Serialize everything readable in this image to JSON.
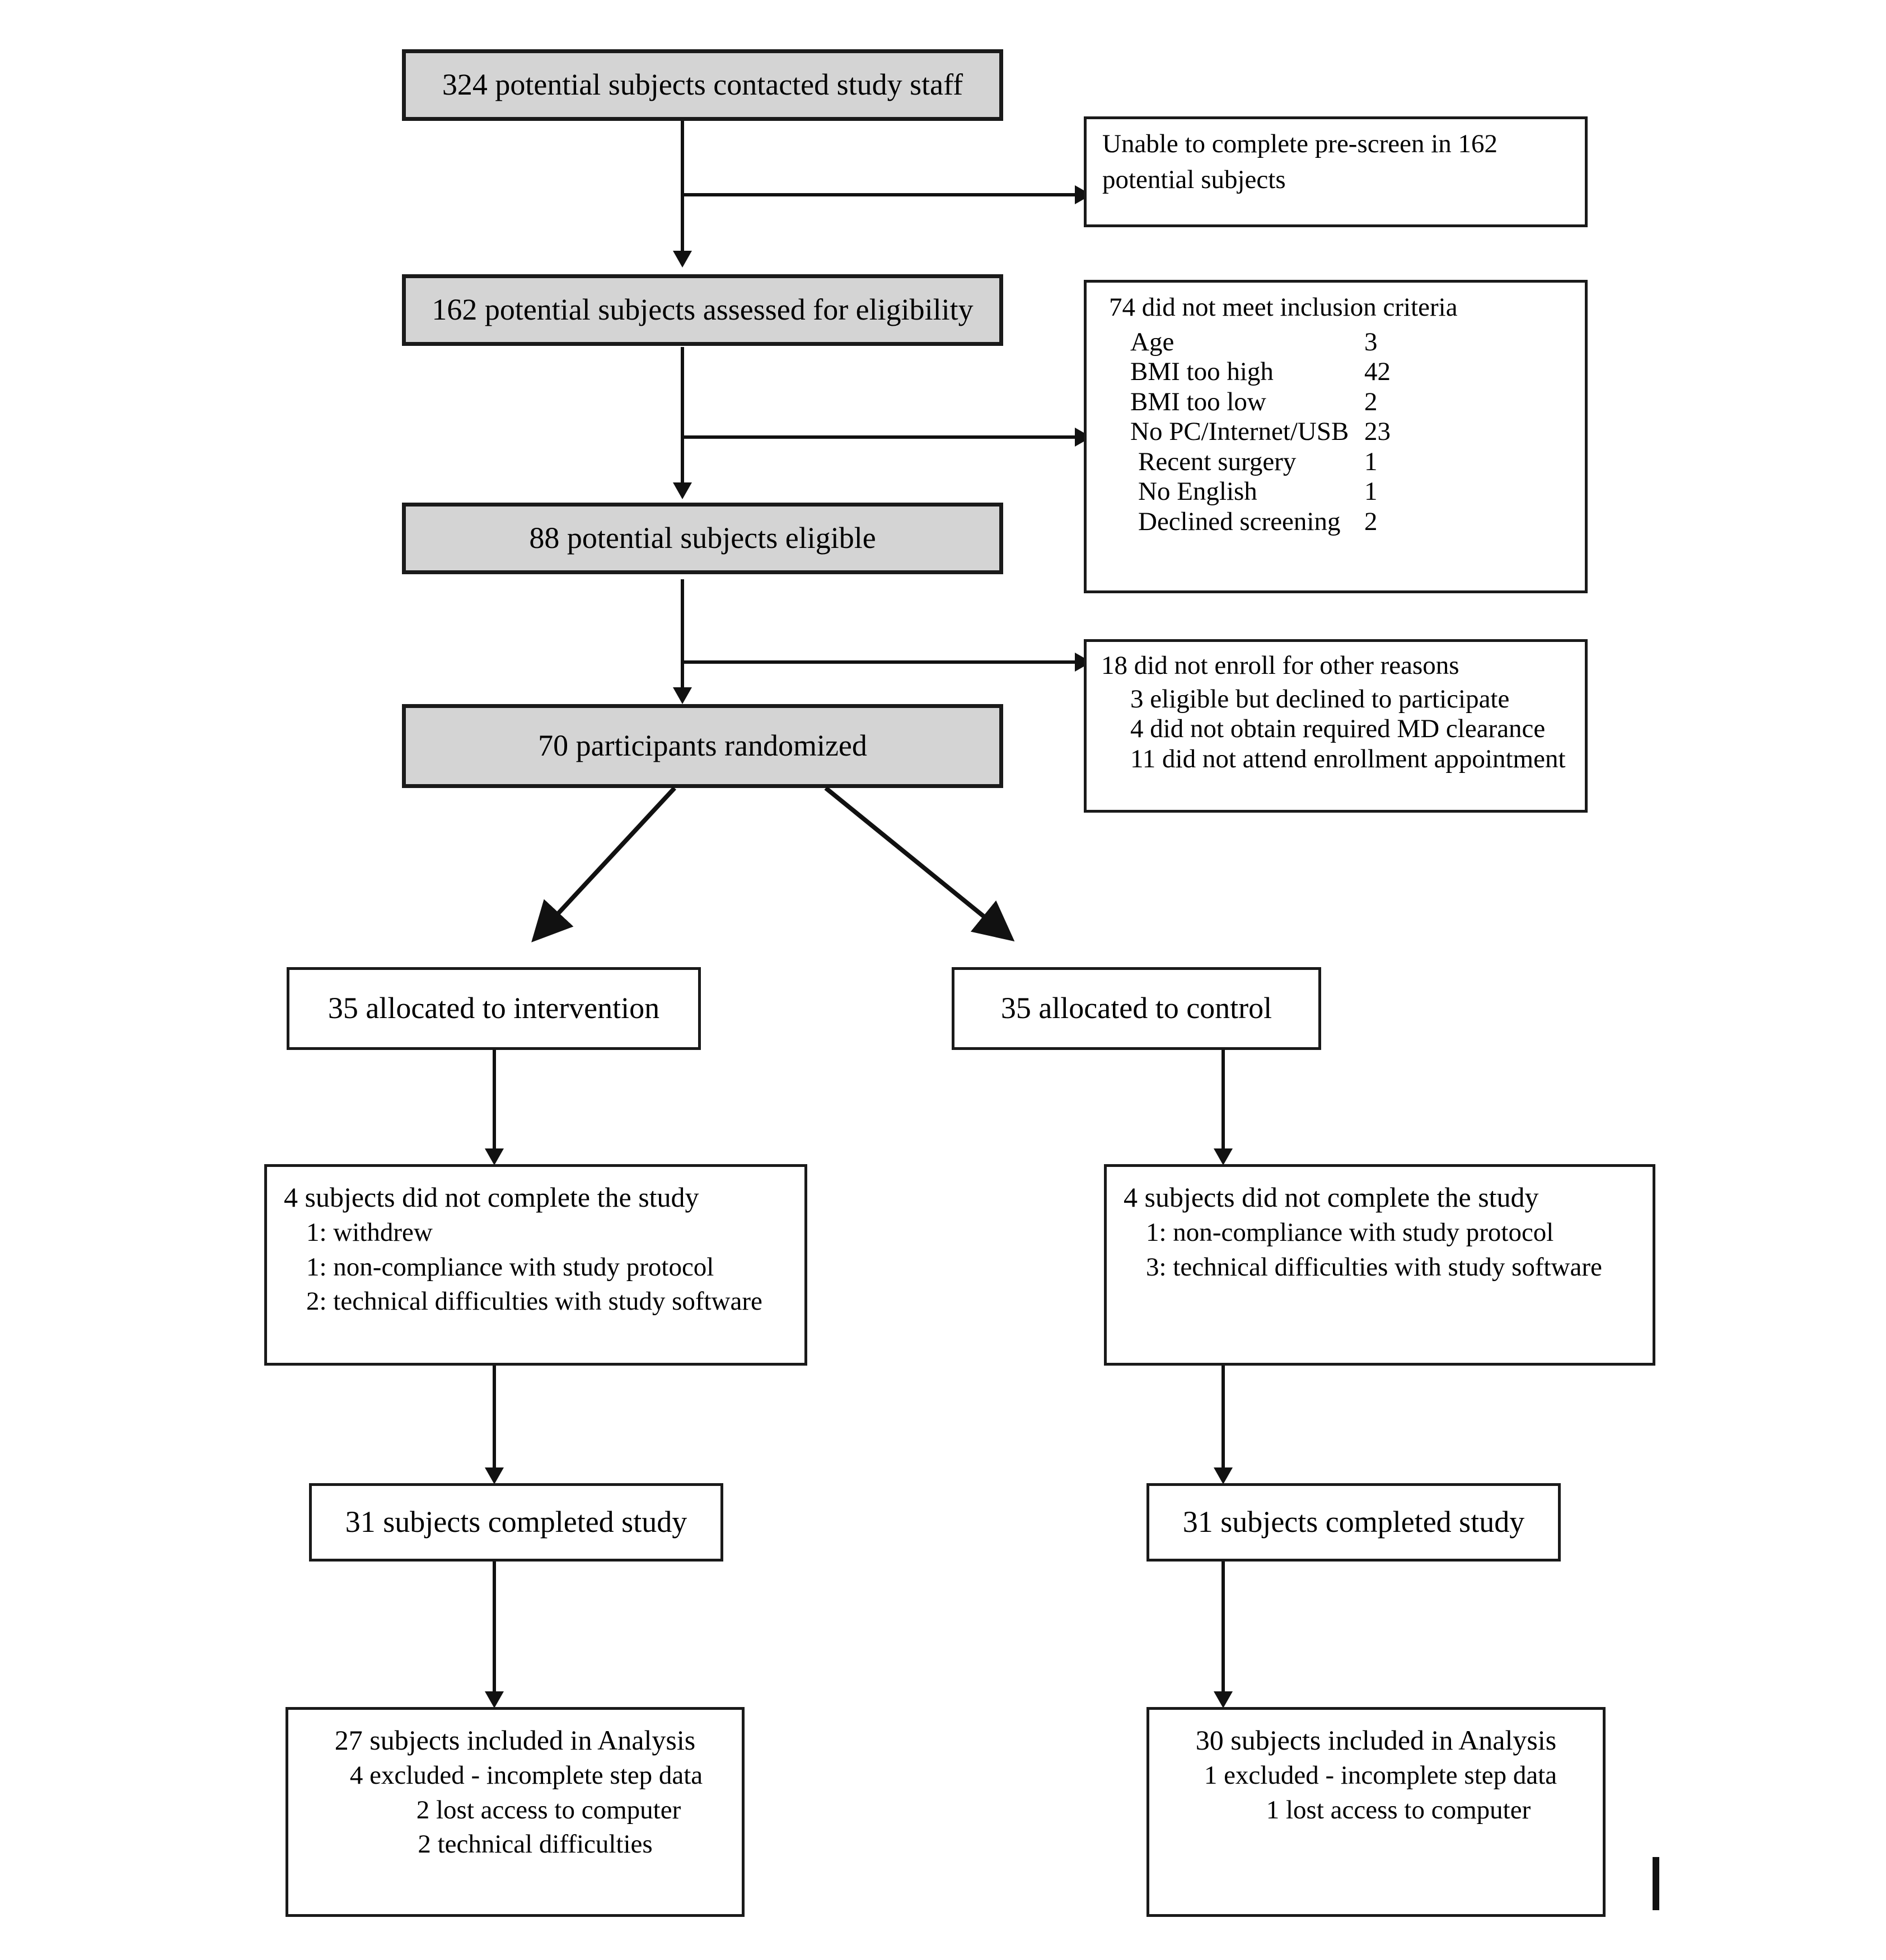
{
  "diagram": {
    "title": "CONSORT participant flow diagram",
    "colors": {
      "box_fill_primary": "#d4d4d4",
      "box_fill_secondary": "#ffffff",
      "border": "#1a1a1a",
      "text": "#000000"
    }
  },
  "flow": {
    "contacted": "324 potential subjects contacted study staff",
    "assessed": "162 potential subjects assessed for eligibility",
    "eligible": "88 potential subjects eligible",
    "randomized": "70 participants randomized"
  },
  "exclusions": {
    "prescreen": {
      "line1": "Unable to complete pre-screen in 162",
      "line2": "potential subjects"
    },
    "inclusion_criteria": {
      "heading": "74 did not meet inclusion criteria",
      "rows": [
        {
          "label": "Age",
          "count": "3"
        },
        {
          "label": "BMI  too high",
          "count": "42"
        },
        {
          "label": "BMI  too low",
          "count": "2"
        },
        {
          "label": "No PC/Internet/USB",
          "count": "23"
        },
        {
          "label": "Recent surgery",
          "count": "1"
        },
        {
          "label": "No English",
          "count": "1"
        },
        {
          "label": "Declined screening",
          "count": "2"
        }
      ]
    },
    "not_enrolled": {
      "heading": "18 did not enroll for other reasons",
      "items": [
        "3 eligible but declined to participate",
        "4 did not obtain required MD clearance",
        "11 did not attend enrollment appointment"
      ]
    }
  },
  "arms": {
    "intervention": {
      "allocation": "35 allocated to intervention",
      "dropout": {
        "heading": "4 subjects did not complete the study",
        "items": [
          "1: withdrew",
          "1: non-compliance with study protocol",
          "2: technical difficulties with study software"
        ]
      },
      "completed": "31 subjects completed study",
      "analysis": {
        "heading": "27 subjects included in Analysis",
        "excluded": "4 excluded - incomplete step data",
        "reasons": [
          "2 lost access to computer",
          "2 technical difficulties"
        ]
      }
    },
    "control": {
      "allocation": "35 allocated to control",
      "dropout": {
        "heading": "4 subjects did not complete the study",
        "items": [
          "1: non-compliance with study protocol",
          "3: technical difficulties with study software"
        ]
      },
      "completed": "31 subjects completed study",
      "analysis": {
        "heading": "30 subjects included in Analysis",
        "excluded": "1 excluded - incomplete step data",
        "reasons": [
          "1 lost access to computer"
        ]
      }
    }
  }
}
